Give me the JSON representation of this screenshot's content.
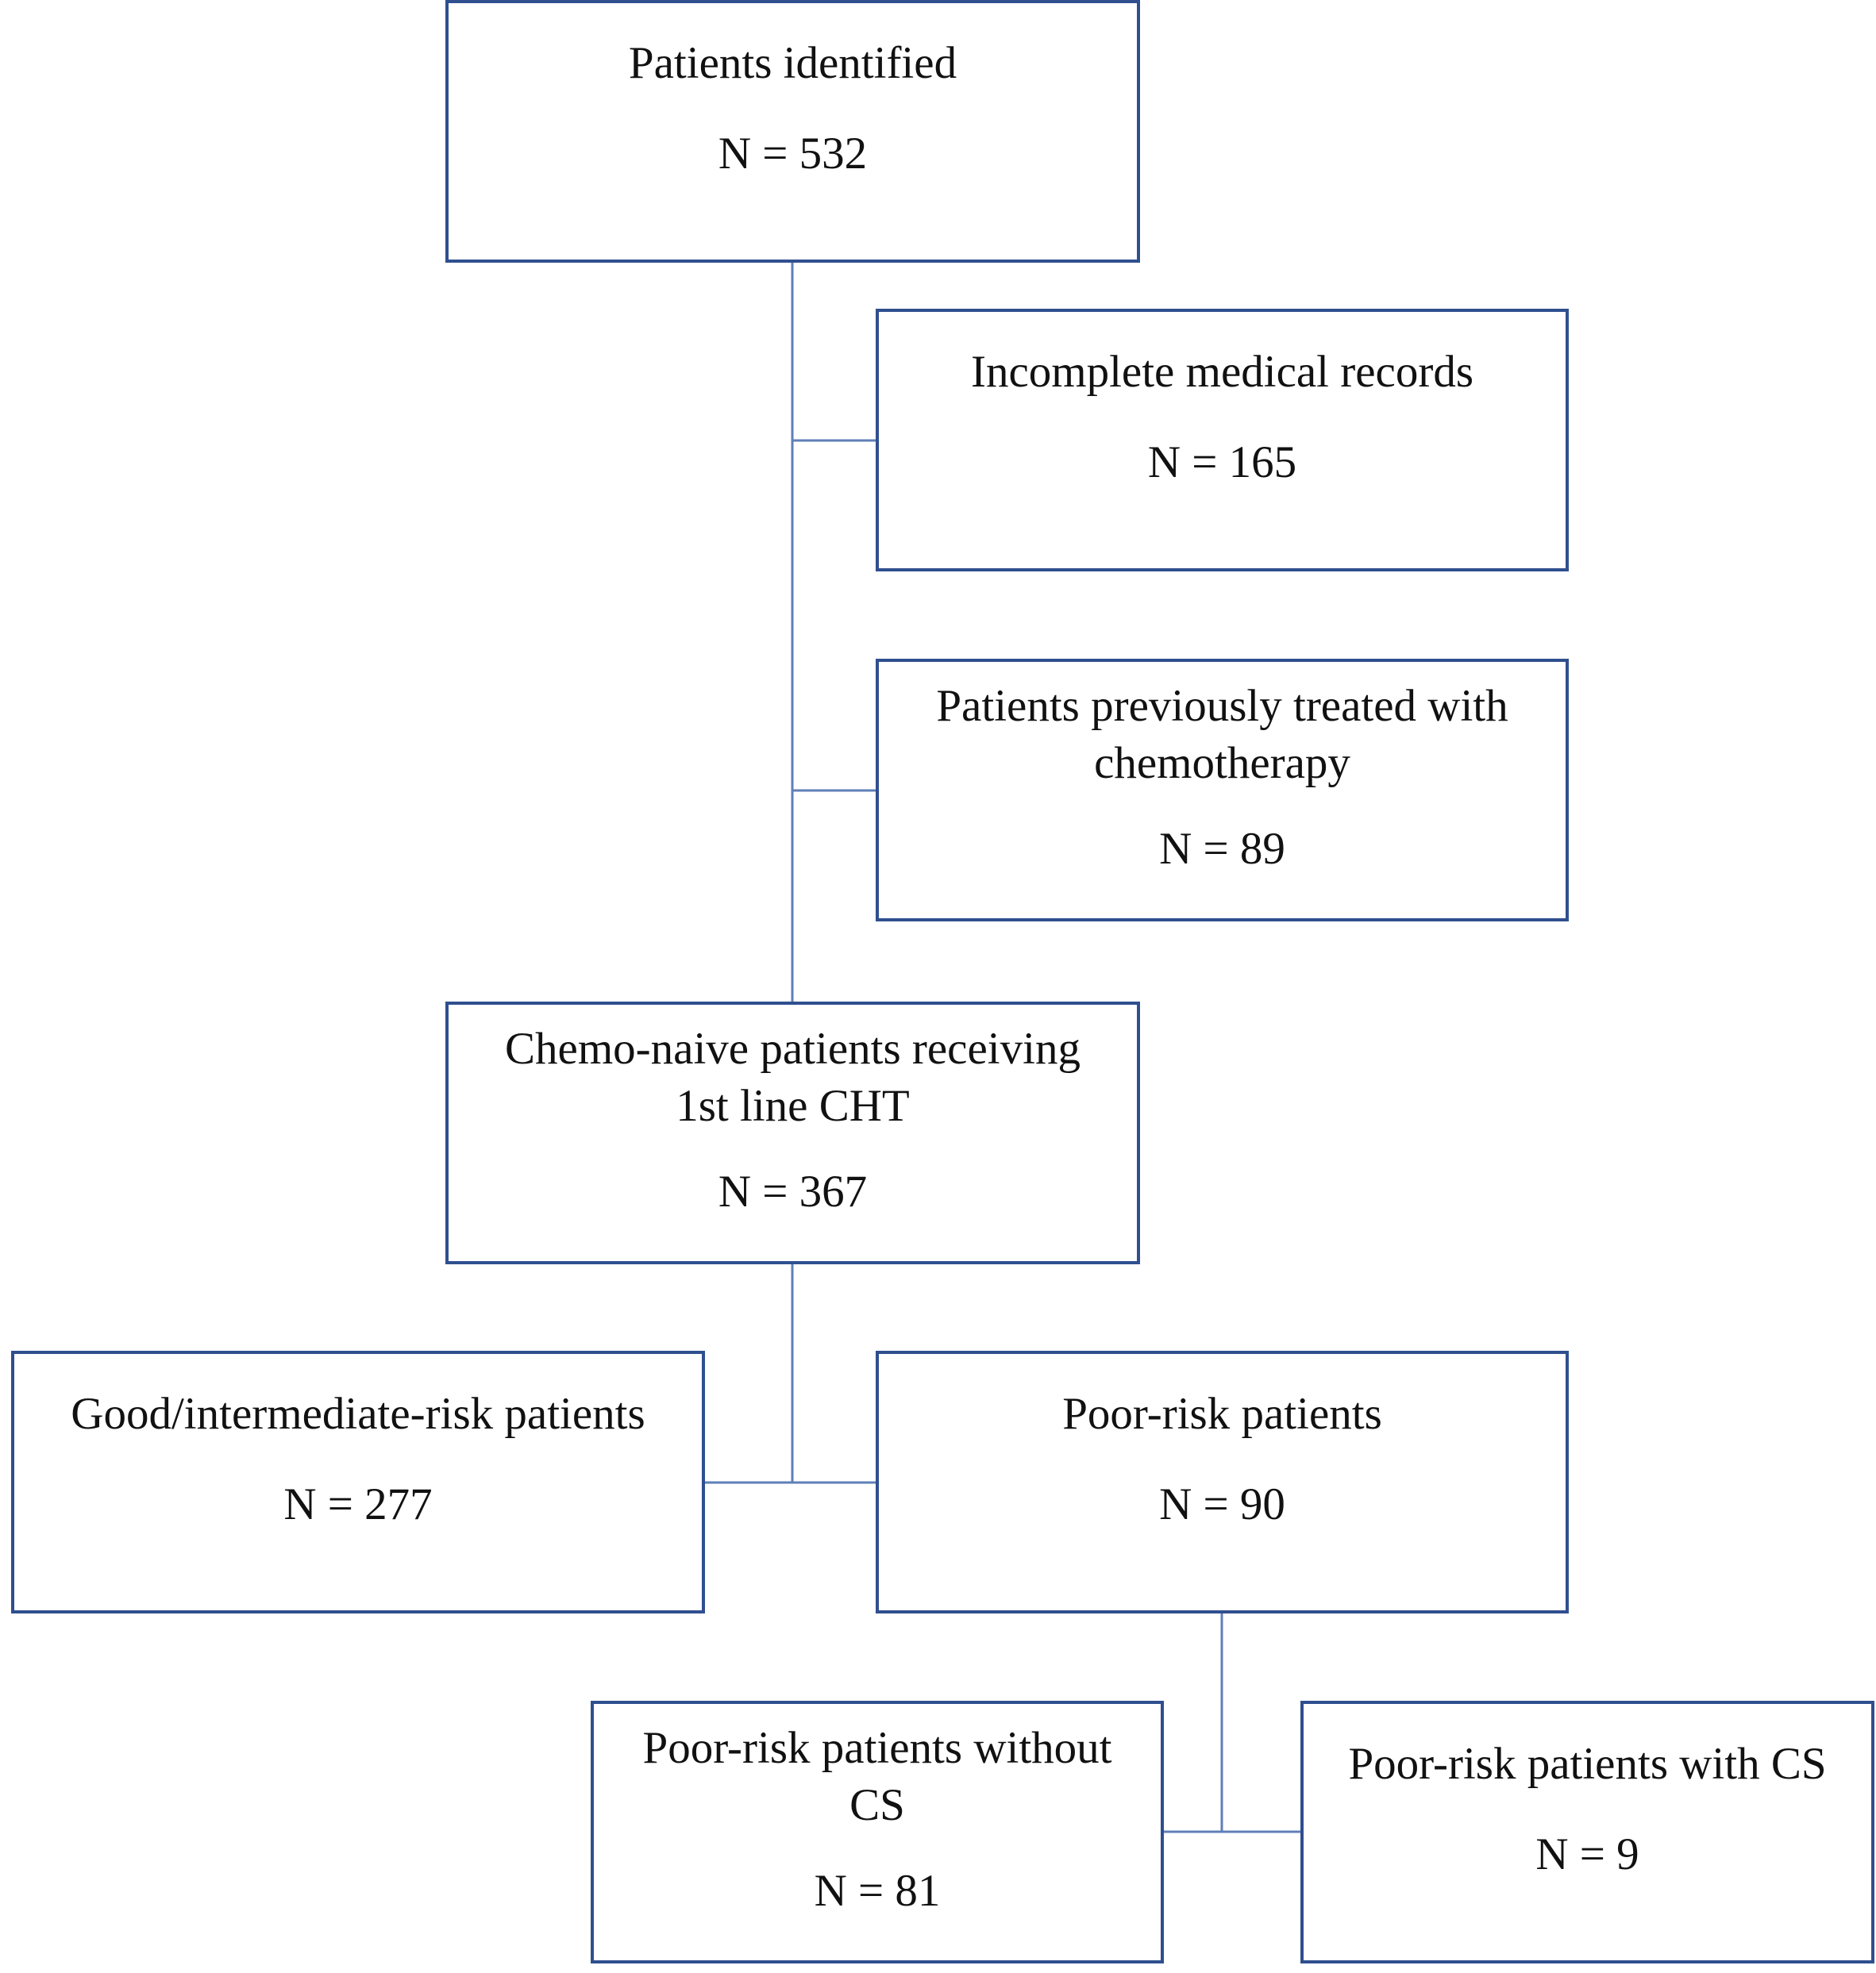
{
  "boxes": {
    "identified": {
      "label": "Patients identified",
      "count": "N = 532"
    },
    "incomplete": {
      "label": "Incomplete medical records",
      "count": "N = 165"
    },
    "prev_chemo": {
      "label": "Patients previously treated with\nchemotherapy",
      "count": "N = 89"
    },
    "chemo_naive": {
      "label": "Chemo-naive patients receiving\n1st line CHT",
      "count": "N = 367"
    },
    "good_int": {
      "label": "Good/intermediate-risk patients",
      "count": "N = 277"
    },
    "poor_risk": {
      "label": "Poor-risk patients",
      "count": "N = 90"
    },
    "poor_no_cs": {
      "label": "Poor-risk patients without\nCS",
      "count": "N = 81"
    },
    "poor_cs": {
      "label": "Poor-risk patients with CS",
      "count": "N = 9"
    }
  },
  "colors": {
    "box_border": "#2f4f8f",
    "connector": "#5f7fb8",
    "text": "#111111"
  }
}
